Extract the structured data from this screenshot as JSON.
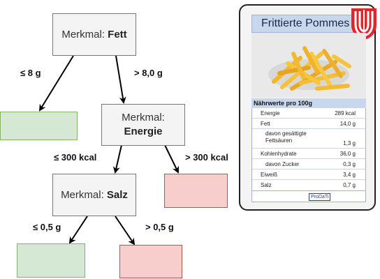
{
  "tree": {
    "root": {
      "prefix": "Merkmal: ",
      "feature": "Fett"
    },
    "node2": {
      "prefix": "Merkmal:",
      "feature": "Energie"
    },
    "node3": {
      "prefix": "Merkmal: ",
      "feature": "Salz"
    },
    "edges": {
      "root_left": "≤ 8 g",
      "root_right": "> 8,0 g",
      "node2_left": "≤ 300 kcal",
      "node2_right": "> 300 kcal",
      "node3_left": "≤ 0,5 g",
      "node3_right": "> 0,5 g"
    },
    "colors": {
      "green_leaf": "#d5e8d4",
      "red_leaf": "#f8cecc"
    }
  },
  "card": {
    "title": "Frittierte Pommes",
    "table_header": "Nährwerte pro 100g",
    "rows": [
      {
        "name": "Energie",
        "value": "289 kcal"
      },
      {
        "name": "Fett",
        "value": "14,0 g"
      },
      {
        "name": "davon gesättigte Fettsäuren",
        "value": "1,3 g"
      },
      {
        "name": "Kohlenhydrate",
        "value": "36,0 g"
      },
      {
        "name": "davon Zucker",
        "value": "0,3 g"
      },
      {
        "name": "Eiweiß",
        "value": "3,4 g"
      },
      {
        "name": "Salz",
        "value": "0,7 g"
      }
    ],
    "footer_logo": "ProDaTi",
    "logo_color": "#e3242b"
  }
}
